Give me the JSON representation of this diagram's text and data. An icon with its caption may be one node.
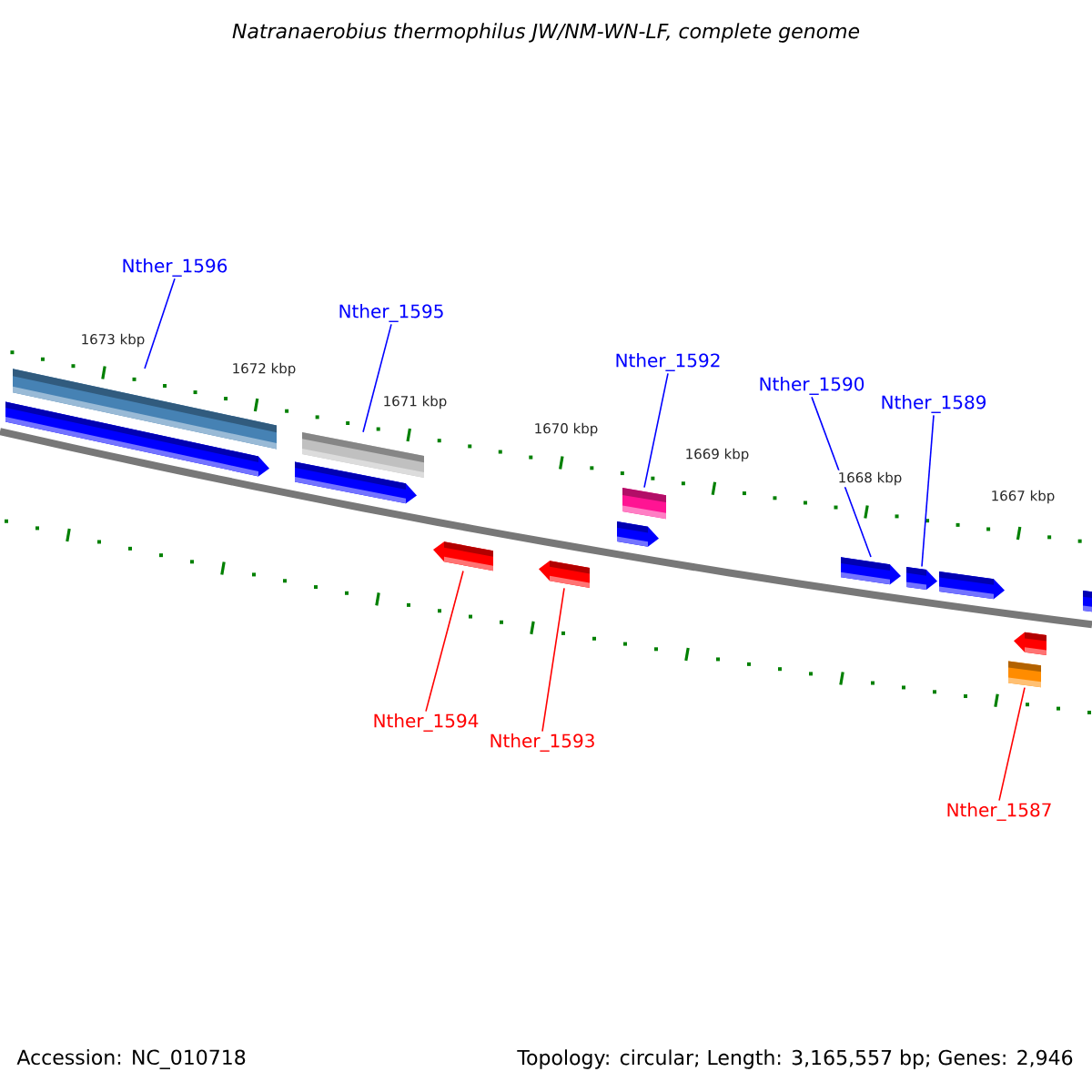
{
  "diagram": {
    "title": "Natranaerobius thermophilus JW/NM-WN-LF, complete genome",
    "nodes": [
      {
        "text": [
          "Nther_1596"
        ]
      },
      {
        "text": [
          "Nther_1595"
        ]
      },
      {
        "text": [
          "Nther_1592"
        ]
      },
      {
        "text": [
          "Nther_1590"
        ]
      },
      {
        "text": [
          "Nther_1589"
        ]
      },
      {
        "text": [],
        "shape": "bar"
      },
      {
        "text": [],
        "shape": "arrow"
      },
      {
        "text": [],
        "shape": "bar"
      },
      {
        "text": [],
        "shape": "arrow"
      },
      {
        "text": [],
        "shape": "arrow"
      },
      {
        "text": [],
        "shape": "arrow"
      },
      {
        "text": [],
        "shape": "arrow"
      },
      {
        "text": [],
        "shape": "box"
      },
      {
        "text": [],
        "shape": "arrow"
      },
      {
        "text": [],
        "shape": "arrow"
      },
      {
        "text": [],
        "shape": "arrow"
      },
      {
        "text": [],
        "shape": "box"
      },
      {
        "text": [],
        "shape": "arrow"
      },
      {
        "text": [],
        "shape": "arrow"
      },
      {
        "text": [
          "Nther_1594"
        ]
      },
      {
        "text": [
          "Nther_1593"
        ]
      },
      {
        "text": [
          "Nther_1587"
        ]
      }
    ],
    "edges": [
      {
        "from": 0,
        "to": 5,
        "arrow": "none",
        "color": "#0000ff"
      },
      {
        "from": 1,
        "to": 7,
        "arrow": "none",
        "color": "#0000ff"
      },
      {
        "from": 2,
        "to": 12,
        "arrow": "none",
        "color": "#0000ff"
      },
      {
        "from": 3,
        "to": 13,
        "arrow": "none",
        "color": "#0000ff"
      },
      {
        "from": 4,
        "to": 14,
        "arrow": "none",
        "color": "#0000ff"
      },
      {
        "from": 19,
        "to": 9,
        "arrow": "none",
        "color": "#ff0000"
      },
      {
        "from": 20,
        "to": 10,
        "arrow": "none",
        "color": "#ff0000"
      },
      {
        "from": 21,
        "to": 16,
        "arrow": "none",
        "color": "#ff0000"
      }
    ],
    "labels": [
      "1673 kbp",
      "1672 kbp",
      "1671 kbp",
      "1670 kbp",
      "1669 kbp",
      "1668 kbp",
      "1667 kbp",
      "Accession: NC_010718",
      "Topology: circular; Length: 3,165,557 bp; Genes: 2,946"
    ]
  }
}
